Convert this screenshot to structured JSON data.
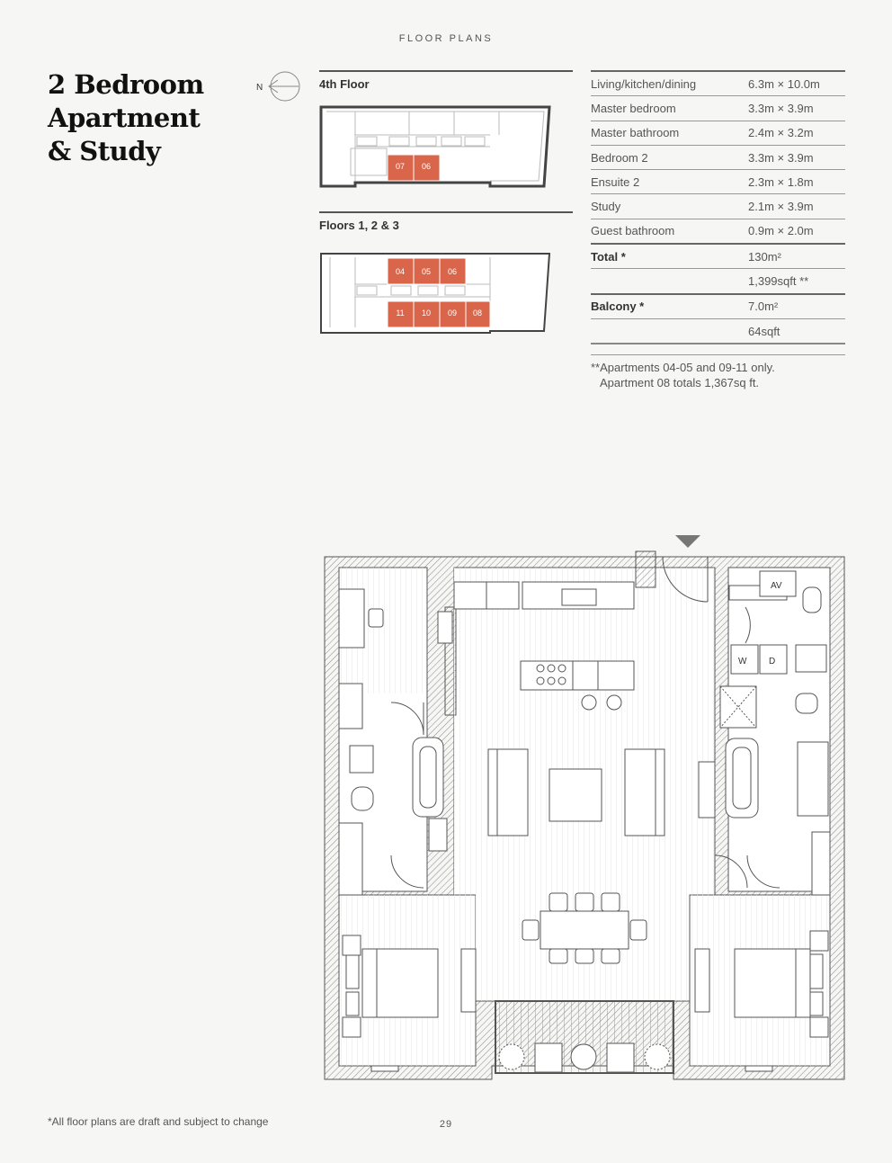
{
  "header": {
    "section": "FLOOR PLANS"
  },
  "title": {
    "line1": "2 Bedroom",
    "line2": "Apartment",
    "line3": "& Study"
  },
  "compass": {
    "label": "N"
  },
  "key_plans": [
    {
      "label": "4th Floor",
      "units": [
        "07",
        "06"
      ]
    },
    {
      "label": "Floors 1, 2 & 3",
      "units_top": [
        "04",
        "05",
        "06"
      ],
      "units_bottom": [
        "11",
        "10",
        "09",
        "08"
      ]
    }
  ],
  "accent_color": "#d9664a",
  "specs": [
    {
      "label": "Living/kitchen/dining",
      "value": "6.3m × 10.0m"
    },
    {
      "label": "Master bedroom",
      "value": "3.3m × 3.9m"
    },
    {
      "label": "Master bathroom",
      "value": "2.4m × 3.2m"
    },
    {
      "label": "Bedroom 2",
      "value": "3.3m × 3.9m"
    },
    {
      "label": "Ensuite 2",
      "value": "2.3m × 1.8m"
    },
    {
      "label": "Study",
      "value": "2.1m × 3.9m"
    },
    {
      "label": "Guest bathroom",
      "value": "0.9m × 2.0m"
    },
    {
      "label": "Total *",
      "value": "130m²"
    },
    {
      "label": "",
      "value": "1,399sqft **"
    },
    {
      "label": "Balcony *",
      "value": "7.0m²"
    },
    {
      "label": "",
      "value": "64sqft"
    }
  ],
  "note": {
    "line1": "**Apartments 04-05 and 09-11 only.",
    "line2": "Apartment 08 totals 1,367sq ft."
  },
  "plan_labels": {
    "av": "AV",
    "washer": "W",
    "dryer": "D"
  },
  "footnote": "*All floor plans are draft and subject to change",
  "page_number": "29"
}
